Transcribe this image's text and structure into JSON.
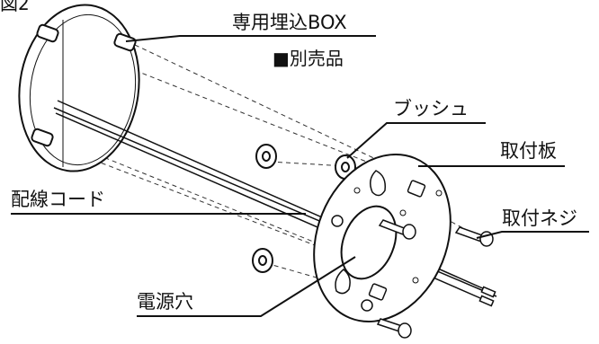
{
  "figure_label": "図2",
  "labels": {
    "box": "専用埋込BOX",
    "box_note": "■別売品",
    "bushing": "ブッシュ",
    "plate": "取付板",
    "screw": "取付ネジ",
    "cord": "配線コード",
    "hole": "電源穴"
  },
  "colors": {
    "line": "#111111",
    "dash": "#333333",
    "fill": "#ffffff"
  }
}
